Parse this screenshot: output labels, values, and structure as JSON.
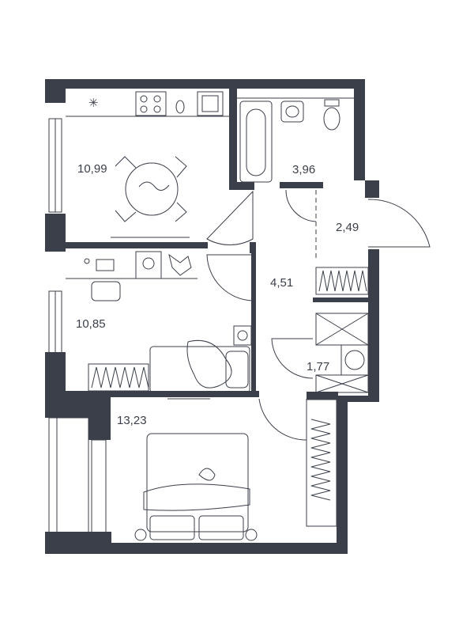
{
  "rooms": [
    {
      "id": "kitchen",
      "area": "10,99"
    },
    {
      "id": "bathroom",
      "area": "3,96"
    },
    {
      "id": "hall",
      "area": "2,49"
    },
    {
      "id": "corridor",
      "area": "4,51"
    },
    {
      "id": "study-room",
      "area": "10,85"
    },
    {
      "id": "wc",
      "area": "1,77"
    },
    {
      "id": "bedroom",
      "area": "13,23"
    }
  ],
  "colors": {
    "wall": "#3b3f4a",
    "background": "#ffffff"
  }
}
